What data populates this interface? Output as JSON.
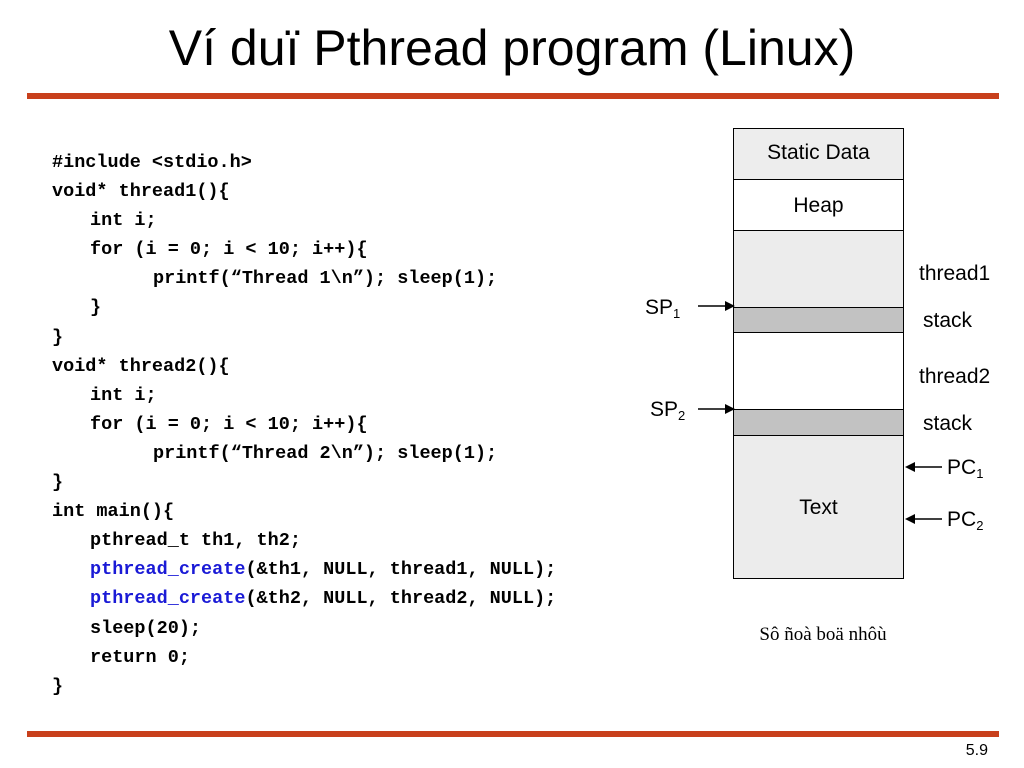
{
  "slide": {
    "title": "Ví duï Pthread program (Linux)",
    "page_number": "5.9",
    "caption": "Sô ñoà boä nhôù"
  },
  "code": {
    "lines": [
      "#include <stdio.h>",
      "void* thread1(){",
      "int i;",
      "for (i = 0; i < 10; i++){",
      "printf(“Thread 1\\n”); sleep(1);",
      "}",
      "}",
      "void* thread2(){",
      "int i;",
      "for (i = 0; i < 10; i++){",
      "printf(“Thread 2\\n”); sleep(1);",
      "}",
      "int main(){",
      "pthread_t th1, th2;",
      "(&th1, NULL, thread1, NULL);",
      "(&th2, NULL, thread2, NULL);",
      "sleep(20);",
      "return 0;",
      "}"
    ],
    "create_fn": "pthread_create",
    "highlight_color": "#1a1ad6"
  },
  "memory": {
    "regions": {
      "static": "Static Data",
      "heap": "Heap",
      "text": "Text"
    },
    "labels": {
      "thread1": "thread1",
      "stack1": "stack",
      "thread2": "thread2",
      "stack2": "stack",
      "sp_base": "SP",
      "sp1_sub": "1",
      "sp2_sub": "2",
      "pc_base": "PC",
      "pc1_sub": "1",
      "pc2_sub": "2"
    },
    "colors": {
      "light_region": "#ececec",
      "stack_pointer_band": "#c2c2c2",
      "rule": "#c8401c"
    }
  }
}
